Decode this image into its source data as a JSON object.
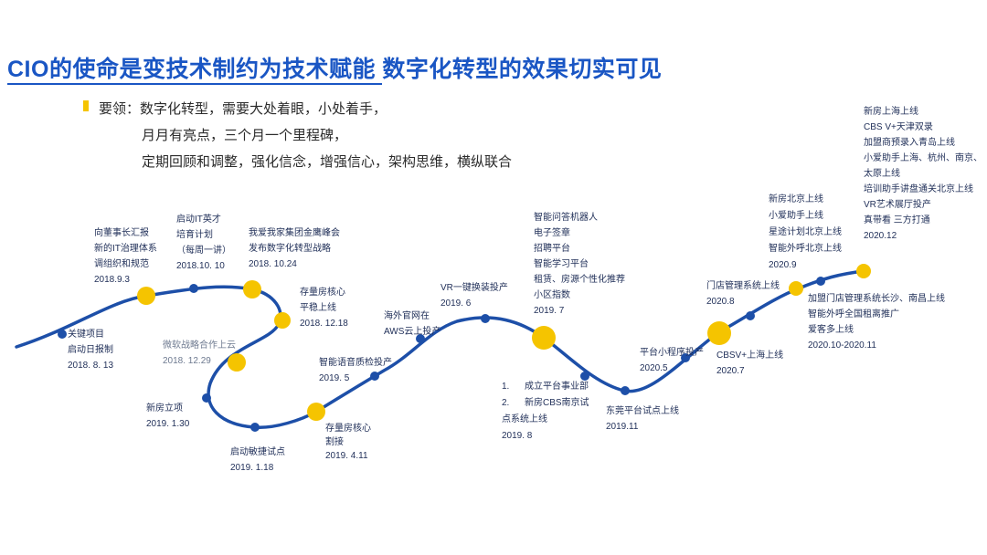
{
  "title": "CIO的使命是变技术制约为技术赋能  数字化转型的效果切实可见",
  "key_points": {
    "line1": "要领：数字化转型，需要大处着眼，小处着手，",
    "line2": "月月有亮点，三个月一个里程碑，",
    "line3": "定期回顾和调整，强化信念，增强信心，架构思维，横纵联合"
  },
  "milestones": [
    {
      "id": "m1",
      "lines": [
        "关键项目",
        "启动日报制",
        "2018. 8. 13"
      ]
    },
    {
      "id": "m2",
      "lines": [
        "向董事长汇报",
        "新的IT治理体系",
        "调组织和规范",
        "2018.9.3"
      ]
    },
    {
      "id": "m3",
      "lines": [
        "启动IT英才",
        "培育计划",
        "（每周一讲）",
        "2018.10. 10"
      ]
    },
    {
      "id": "m4",
      "lines": [
        "我爱我家集团金鹰峰会",
        "发布数字化转型战略",
        "2018. 10.24"
      ]
    },
    {
      "id": "m5",
      "lines": [
        "存量房核心",
        "平稳上线",
        "2018. 12.18"
      ]
    },
    {
      "id": "m6",
      "lines": [
        "微软战略合作上云",
        "2018. 12.29"
      ]
    },
    {
      "id": "m7",
      "lines": [
        "新房立项",
        "2019. 1.30"
      ]
    },
    {
      "id": "m8",
      "lines": [
        "启动敏捷试点",
        "2019. 1.18"
      ]
    },
    {
      "id": "m9",
      "lines": [
        "存量房核心",
        "割接",
        "2019. 4.11"
      ]
    },
    {
      "id": "m10",
      "lines": [
        "智能语音质检投产",
        "2019. 5"
      ]
    },
    {
      "id": "m11",
      "lines": [
        "海外官网在",
        "AWS云上投产"
      ]
    },
    {
      "id": "m12",
      "lines": [
        "VR一键换装投产",
        "2019. 6"
      ]
    },
    {
      "id": "m13",
      "lines": [
        "智能问答机器人",
        "电子签章",
        "招聘平台",
        "智能学习平台",
        "租赁、房源个性化推荐",
        "小区指数",
        "2019. 7"
      ]
    },
    {
      "id": "m14",
      "lines": [
        "1.",
        "2.",
        "成立平台事业部",
        "新房CBS南京试",
        "点系统上线",
        "2019. 8"
      ]
    },
    {
      "id": "m15",
      "lines": [
        "东莞平台试点上线",
        "2019.11"
      ]
    },
    {
      "id": "m16",
      "lines": [
        "平台小程序投产",
        "2020.5"
      ]
    },
    {
      "id": "m17",
      "lines": [
        "CBSV+上海上线",
        "2020.7"
      ]
    },
    {
      "id": "m18",
      "lines": [
        "门店管理系统上线",
        "2020.8"
      ]
    },
    {
      "id": "m19",
      "lines": [
        "新房北京上线",
        "小爱助手上线",
        "星途计划北京上线",
        "智能外呼北京上线",
        "2020.9"
      ]
    },
    {
      "id": "m20",
      "lines": [
        "加盟门店管理系统长沙、南昌上线",
        "智能外呼全国租离推广",
        "爱客多上线",
        "2020.10-2020.11"
      ]
    },
    {
      "id": "m21",
      "lines": [
        "新房上海上线",
        "CBS V+天津双录",
        "加盟商预录入青岛上线",
        "小爱助手上海、杭州、南京、",
        "太原上线",
        "培训助手讲盘通关北京上线",
        "VR艺术展厅投产",
        "真带看 三方打通",
        "2020.12"
      ]
    }
  ]
}
